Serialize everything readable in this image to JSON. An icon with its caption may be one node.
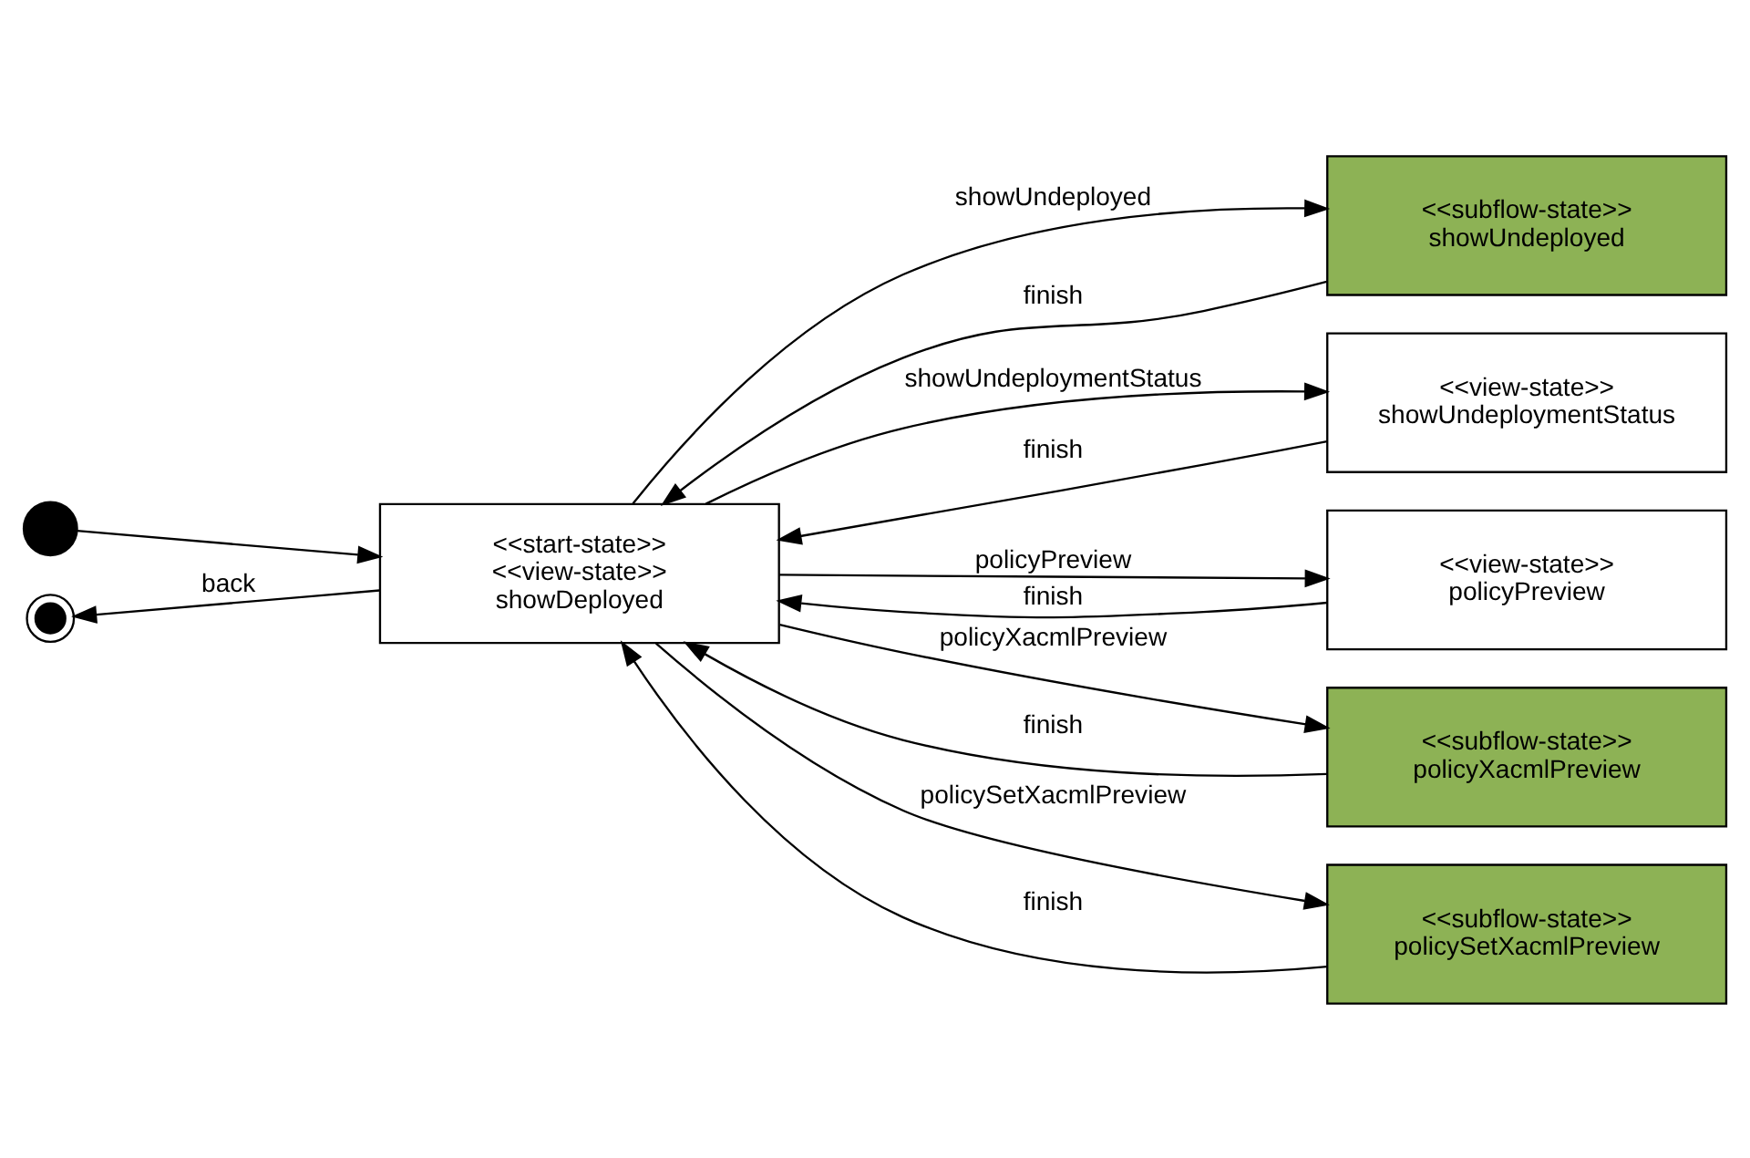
{
  "diagram": {
    "nodes": [
      {
        "text": [],
        "shape": "circle"
      },
      {
        "text": [],
        "shape": "circle"
      },
      {
        "text": [
          "<<start-state>>",
          "<<view-state>>",
          "showDeployed"
        ]
      },
      {
        "text": [
          "<<subflow-state>>",
          "showUndeployed"
        ]
      },
      {
        "text": [
          "<<view-state>>",
          "showUndeploymentStatus"
        ]
      },
      {
        "text": [
          "<<view-state>>",
          "policyPreview"
        ]
      },
      {
        "text": [
          "<<subflow-state>>",
          "policyXacmlPreview"
        ]
      },
      {
        "text": [
          "<<subflow-state>>",
          "policySetXacmlPreview"
        ]
      }
    ],
    "edges": [
      {
        "from": 0,
        "to": 2,
        "arrow": "to"
      },
      {
        "from": 2,
        "to": 1,
        "arrow": "to",
        "label": "back"
      },
      {
        "from": 2,
        "to": 3,
        "arrow": "to",
        "label": "showUndeployed"
      },
      {
        "from": 3,
        "to": 2,
        "arrow": "to",
        "label": "finish"
      },
      {
        "from": 2,
        "to": 4,
        "arrow": "to",
        "label": "showUndeploymentStatus"
      },
      {
        "from": 4,
        "to": 2,
        "arrow": "to",
        "label": "finish"
      },
      {
        "from": 2,
        "to": 5,
        "arrow": "to",
        "label": "policyPreview"
      },
      {
        "from": 5,
        "to": 2,
        "arrow": "to",
        "label": "finish"
      },
      {
        "from": 2,
        "to": 6,
        "arrow": "to",
        "label": "policyXacmlPreview"
      },
      {
        "from": 6,
        "to": 2,
        "arrow": "to",
        "label": "finish"
      },
      {
        "from": 2,
        "to": 7,
        "arrow": "to",
        "label": "policySetXacmlPreview"
      },
      {
        "from": 7,
        "to": 2,
        "arrow": "to",
        "label": "finish"
      }
    ]
  }
}
